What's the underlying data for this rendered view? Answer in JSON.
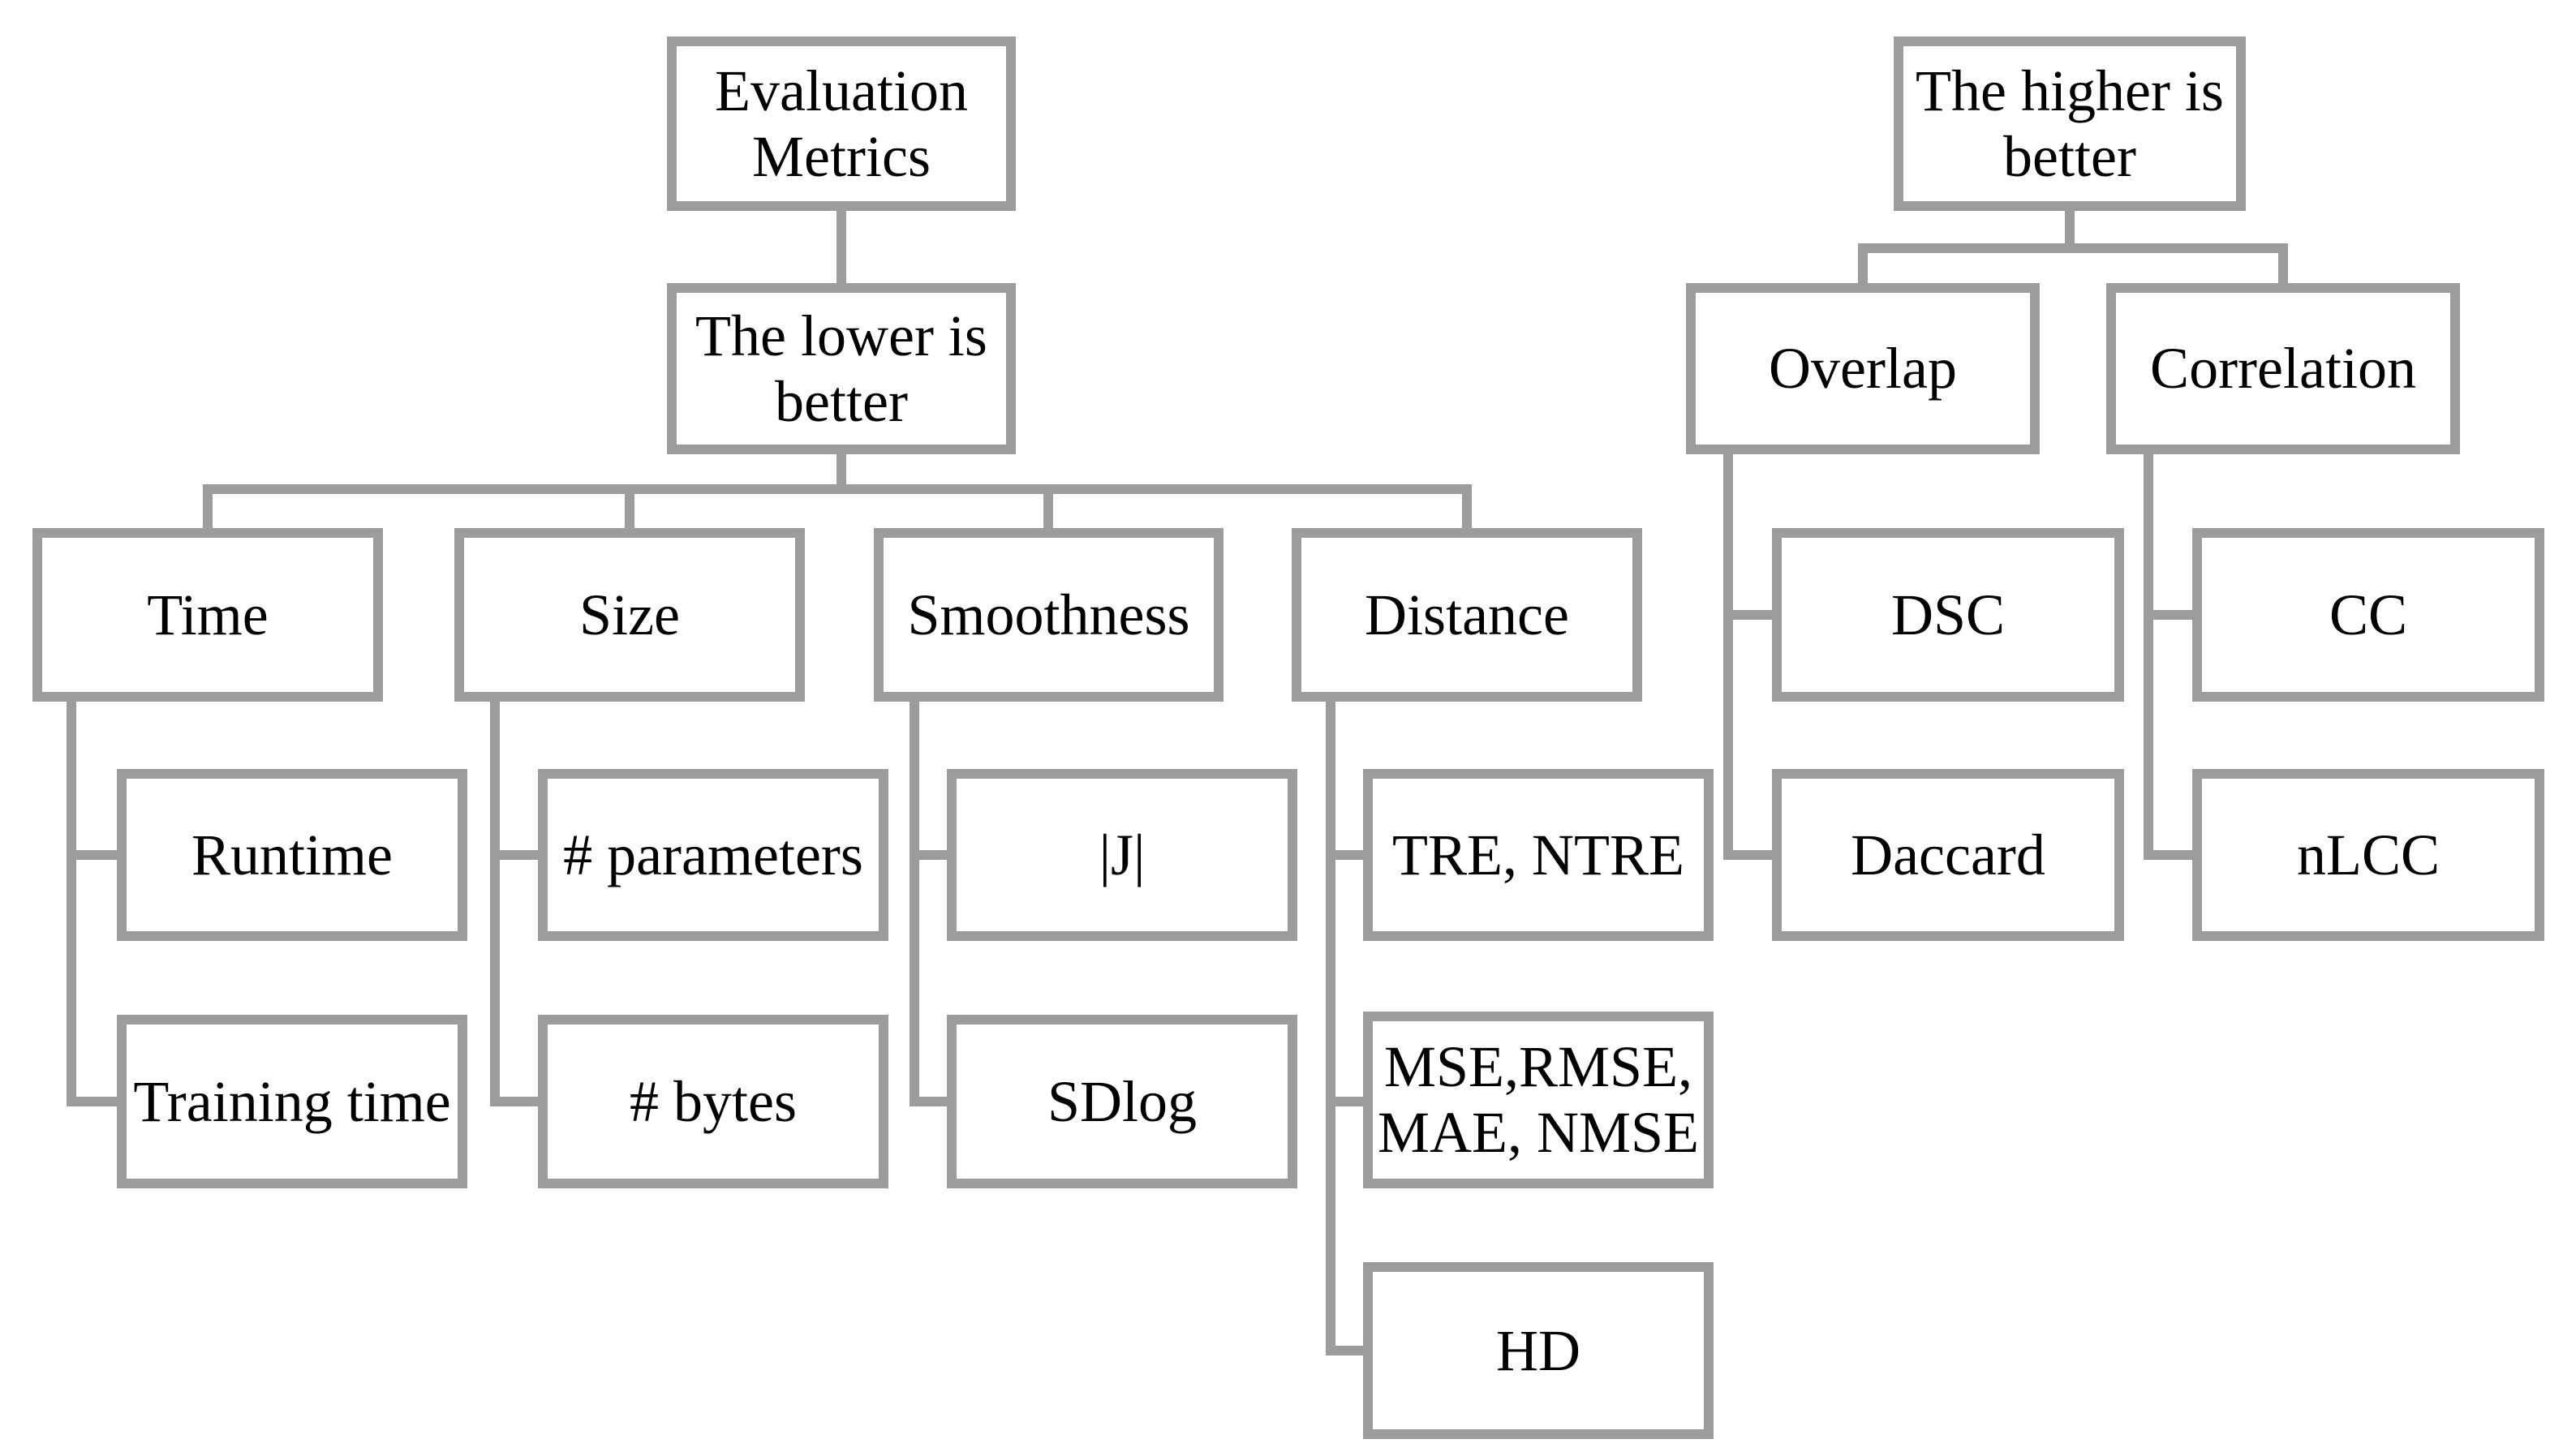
{
  "diagram": {
    "type": "tree-flowchart",
    "background_color": "#ffffff",
    "box_border_color": "#9c9c9c",
    "connector_color": "#9c9c9c",
    "text_color": "#000000"
  },
  "nodes": {
    "evaluation_metrics": {
      "label": "Evaluation Metrics"
    },
    "lower_better": {
      "label": "The lower is better"
    },
    "time": {
      "label": "Time"
    },
    "size": {
      "label": "Size"
    },
    "smoothness": {
      "label": "Smoothness"
    },
    "distance": {
      "label": "Distance"
    },
    "runtime": {
      "label": "Runtime"
    },
    "training_time": {
      "label": "Training time"
    },
    "num_parameters": {
      "label": "# parameters"
    },
    "num_bytes": {
      "label": "# bytes"
    },
    "jacobian_det": {
      "label": "|J|"
    },
    "sdlog": {
      "label": "SDlog"
    },
    "tre_ntre": {
      "label": "TRE, NTRE"
    },
    "mse_rmse_mae_nmse": {
      "label": "MSE,RMSE, MAE, NMSE"
    },
    "hd": {
      "label": "HD"
    },
    "higher_better": {
      "label": "The higher is better"
    },
    "overlap": {
      "label": "Overlap"
    },
    "correlation": {
      "label": "Correlation"
    },
    "dsc": {
      "label": "DSC"
    },
    "daccard": {
      "label": "Daccard"
    },
    "cc": {
      "label": "CC"
    },
    "nlcc": {
      "label": "nLCC"
    }
  },
  "hierarchy": {
    "Evaluation Metrics": [
      "The lower is better"
    ],
    "The lower is better": [
      "Time",
      "Size",
      "Smoothness",
      "Distance"
    ],
    "Time": [
      "Runtime",
      "Training time"
    ],
    "Size": [
      "# parameters",
      "# bytes"
    ],
    "Smoothness": [
      "|J|",
      "SDlog"
    ],
    "Distance": [
      "TRE, NTRE",
      "MSE,RMSE, MAE, NMSE",
      "HD"
    ],
    "The higher is better": [
      "Overlap",
      "Correlation"
    ],
    "Overlap": [
      "DSC",
      "Daccard"
    ],
    "Correlation": [
      "CC",
      "nLCC"
    ]
  }
}
